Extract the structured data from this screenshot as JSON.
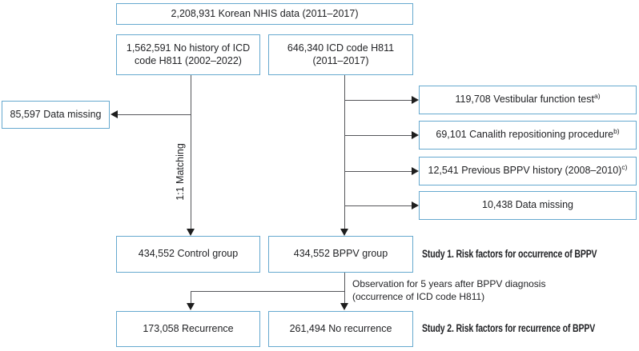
{
  "boxes": {
    "nhis": "2,208,931 Korean NHIS data (2011–2017)",
    "no_history": "1,562,591 No history of ICD code H811 (2002–2022)",
    "icd": "646,340 ICD code H811 (2011–2017)",
    "data_missing_left": "85,597 Data missing",
    "control": "434,552 Control group",
    "bppv": "434,552 BPPV group",
    "recurrence": "173,058 Recurrence",
    "no_recurrence": "261,494 No recurrence"
  },
  "exclusions": [
    {
      "text": "119,708 Vestibular function test",
      "sup": "a)"
    },
    {
      "text": "69,101 Canalith repositioning procedure",
      "sup": "b)"
    },
    {
      "text": "12,541 Previous BPPV history (2008–2010)",
      "sup": "c)"
    },
    {
      "text": "10,438 Data missing",
      "sup": ""
    }
  ],
  "labels": {
    "matching": "1:1 Matching",
    "observation_line1": "Observation for 5 years after BPPV diagnosis",
    "observation_line2": "(occurrence of ICD code H811)",
    "study1": "Study 1. Risk factors for occurrence of BPPV",
    "study2": "Study 2. Risk factors for recurrence of BPPV"
  },
  "colors": {
    "box_border": "#66a9cf",
    "line": "#55565a",
    "arrow": "#1e1e1e",
    "text": "#222326"
  }
}
